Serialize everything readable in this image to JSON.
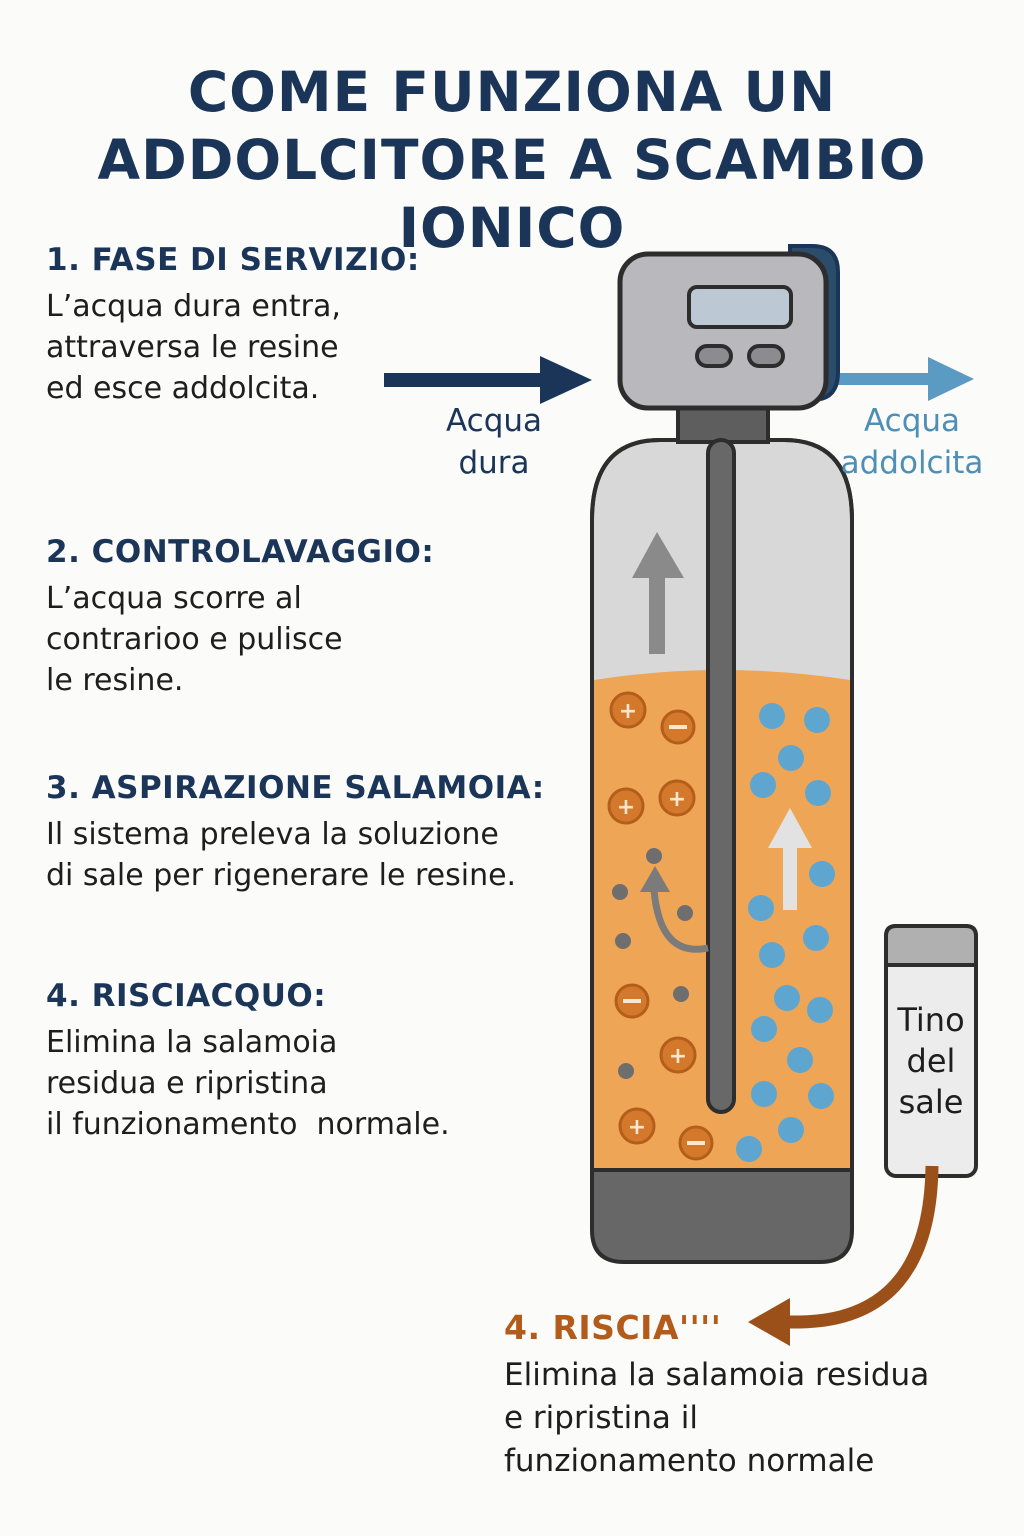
{
  "title": {
    "line1": "COME FUNZIONA UN",
    "line2": "ADDOLCITORE A SCAMBIO IONICO"
  },
  "steps": [
    {
      "heading": "1. FASE DI SERVIZIO:",
      "lines": [
        "L’acqua dura entra,",
        "attraversa le resine",
        "ed esce addolcita."
      ]
    },
    {
      "heading": "2. CONTROLAVAGGIO:",
      "lines": [
        "L’acqua scorre al",
        "contrarioo e pulisce",
        "le resine."
      ]
    },
    {
      "heading": "3. ASPIRAZIONE SALAMOIA:",
      "lines": [
        "Il sistema preleva la soluzione",
        "di sale per rigenerare le resine."
      ]
    },
    {
      "heading": "4. RISCIACQUO:",
      "lines": [
        "Elimina la salamoia",
        "residua e ripristina",
        "il funzionamento  normale."
      ]
    }
  ],
  "labels": {
    "hard_water": [
      "Acqua",
      "dura"
    ],
    "soft_water": [
      "Acqua",
      "addolcita"
    ],
    "salt_tank": [
      "Tino",
      "del",
      "sale"
    ]
  },
  "bottom_step": {
    "heading": "4. RISCIA''''",
    "lines": [
      "Elimina la salamoia residua",
      "e ripristina il",
      "funzionamento normale"
    ]
  },
  "colors": {
    "navy": "#1b3558",
    "light_blue": "#4f8fb6",
    "resin_orange": "#eea555",
    "brine_brown": "#9a5018",
    "tank_gray": "#d8d8d8",
    "control_gray": "#b9b9bd"
  }
}
